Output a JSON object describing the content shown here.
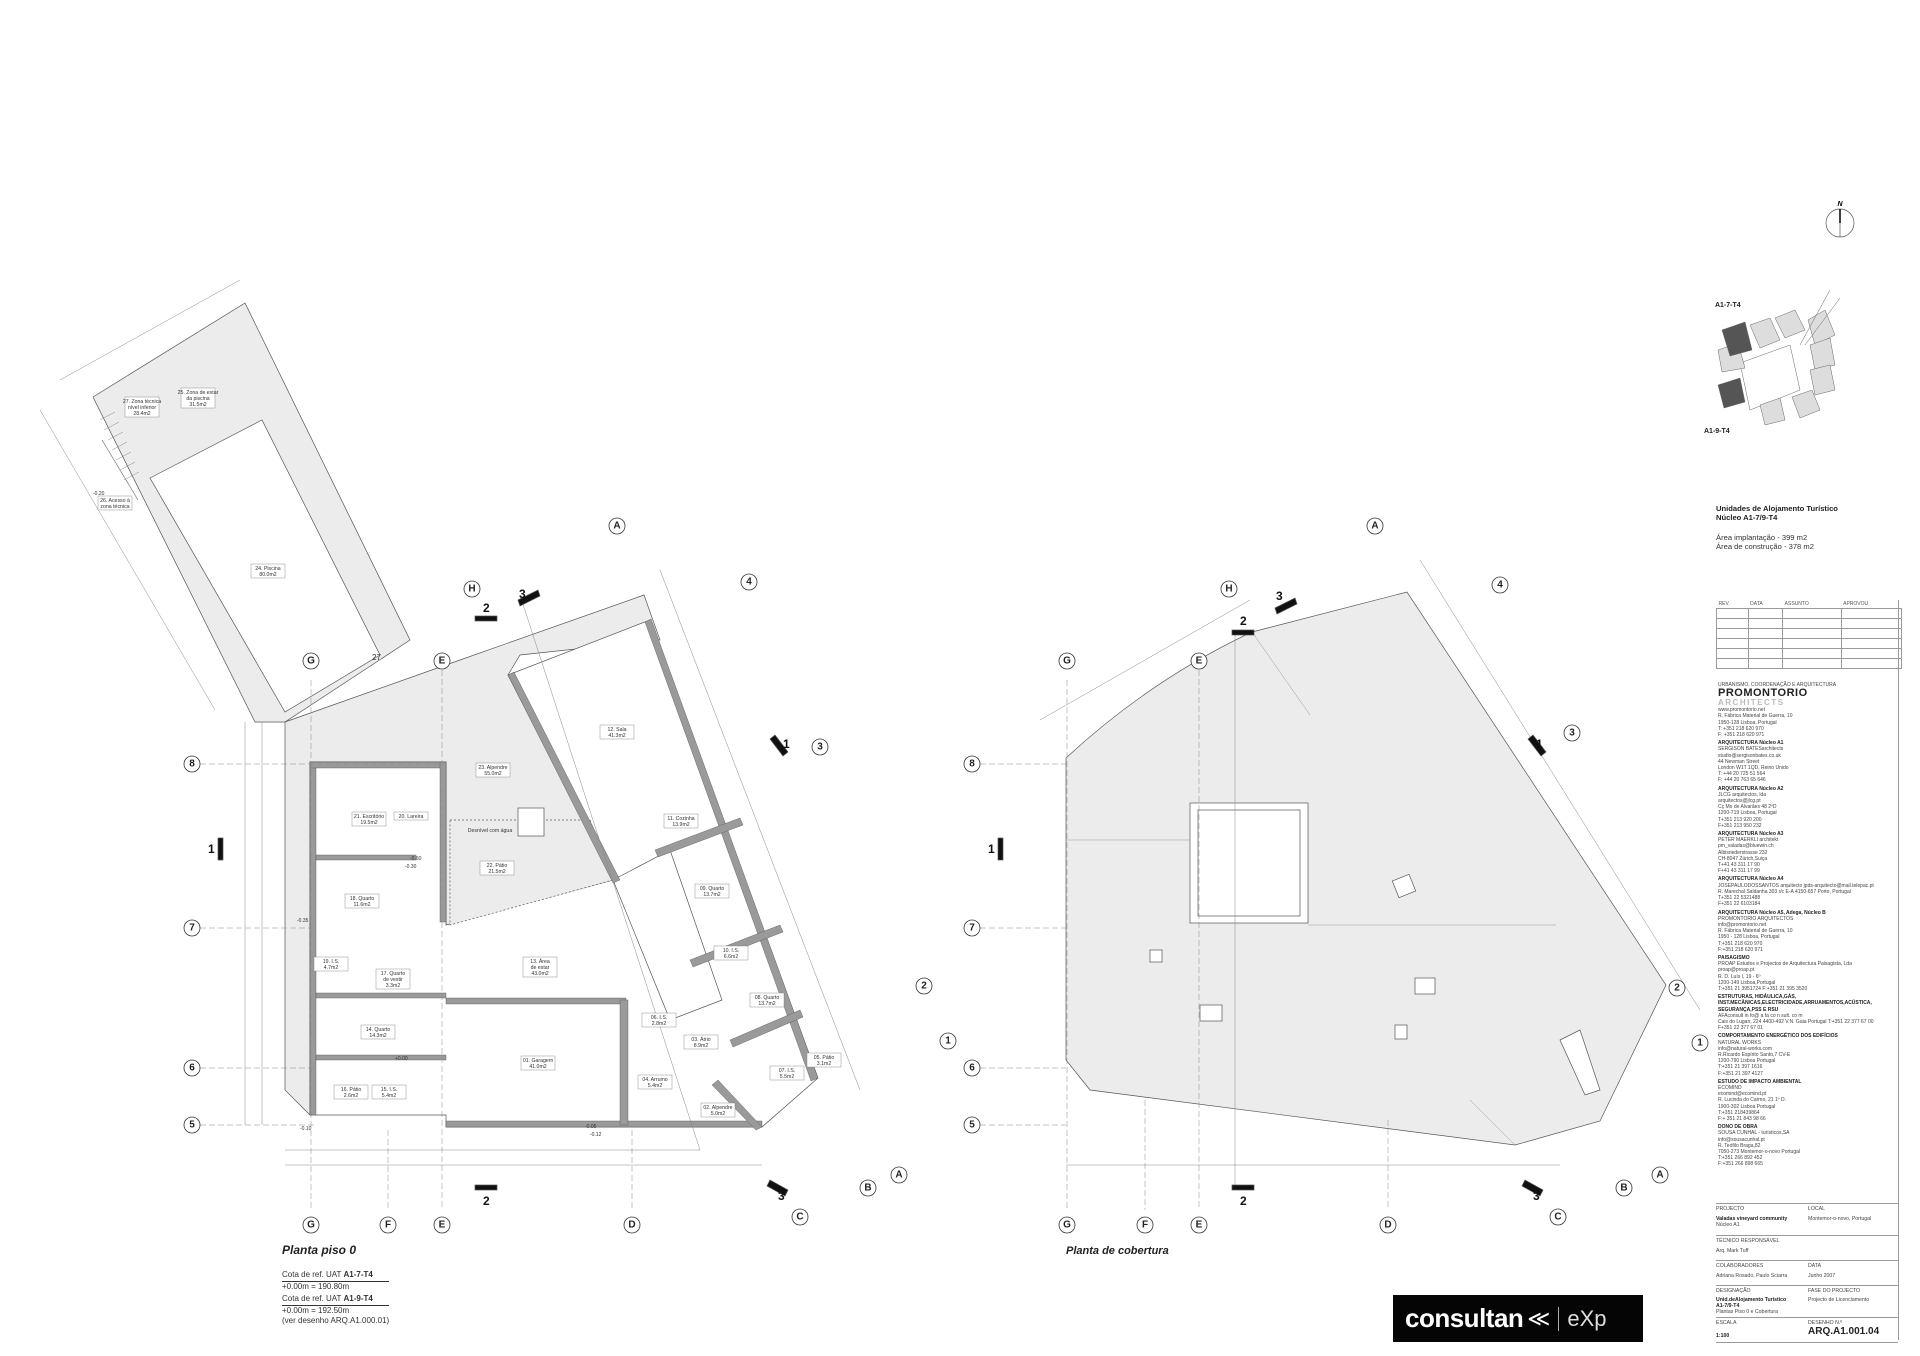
{
  "drawing": {
    "plan_left_title": "Planta piso 0",
    "plan_right_title": "Planta de cobertura",
    "notes": {
      "ref1_prefix": "Cota de ref. UAT ",
      "ref1_unit": "A1-7-T4",
      "ref1_value": "+0.00m = 190.80m",
      "ref2_prefix": "Cota de ref. UAT ",
      "ref2_unit": "A1-9-T4",
      "ref2_value": "+0.00m = 192.50m",
      "see": "(ver desenho ARQ.A1.000.01)"
    },
    "axes": {
      "G": "G",
      "F": "F",
      "E": "E",
      "D": "D",
      "H": "H",
      "A": "A",
      "B": "B",
      "C": "C",
      "r8": "8",
      "r7": "7",
      "r6": "6",
      "r5": "5",
      "r4": "4",
      "r3": "3",
      "r2": "2",
      "r1": "1"
    },
    "sections": {
      "s1": "1",
      "s2": "2",
      "s3": "3"
    },
    "label_27": "27",
    "desnivel": "Desnível com água",
    "rooms": [
      {
        "n": "27. Zona técnica",
        "l2": "nível inferior",
        "a": "28.4m2"
      },
      {
        "n": "25. Zona de estar",
        "l2": "da piscina",
        "a": "31.5m2"
      },
      {
        "n": "26. Acesso à",
        "l2": "zona técnica",
        "a": ""
      },
      {
        "n": "24. Piscina",
        "l2": "",
        "a": "80.0m2"
      },
      {
        "n": "23. Alpendre",
        "l2": "",
        "a": "55.0m2"
      },
      {
        "n": "21. Escritório",
        "l2": "",
        "a": "19.5m2"
      },
      {
        "n": "20. Lareira",
        "l2": "",
        "a": ""
      },
      {
        "n": "22. Pátio",
        "l2": "",
        "a": "21.5m2"
      },
      {
        "n": "18. Quarto",
        "l2": "",
        "a": "11.6m2"
      },
      {
        "n": "19. I.S.",
        "l2": "",
        "a": "4.7m2"
      },
      {
        "n": "17. Quarto",
        "l2": "de vestir",
        "a": "3.3m2"
      },
      {
        "n": "13. Área",
        "l2": "de estar",
        "a": "43.0m2"
      },
      {
        "n": "14. Quarto",
        "l2": "",
        "a": "14.3m2"
      },
      {
        "n": "16. Pátio",
        "l2": "",
        "a": "2.6m2"
      },
      {
        "n": "15. I.S.",
        "l2": "",
        "a": "5.4m2"
      },
      {
        "n": "01. Garagem",
        "l2": "",
        "a": "41.0m2"
      },
      {
        "n": "06. I.S.",
        "l2": "",
        "a": "2.8m2"
      },
      {
        "n": "04. Arrumo",
        "l2": "",
        "a": "5.4m2"
      },
      {
        "n": "03. Átrio",
        "l2": "",
        "a": "8.9m2"
      },
      {
        "n": "02. Alpendre",
        "l2": "",
        "a": "5.0m2"
      },
      {
        "n": "12. Sala",
        "l2": "",
        "a": "41.3m2"
      },
      {
        "n": "11. Cozinha",
        "l2": "",
        "a": "13.9m2"
      },
      {
        "n": "09. Quarto",
        "l2": "",
        "a": "13.7m2"
      },
      {
        "n": "10. I.S.",
        "l2": "",
        "a": "6.6m2"
      },
      {
        "n": "08. Quarto",
        "l2": "",
        "a": "13.7m2"
      },
      {
        "n": "07. I.S.",
        "l2": "",
        "a": "5.5m2"
      },
      {
        "n": "05. Pátio",
        "l2": "",
        "a": "3.1m2"
      }
    ],
    "levels": [
      "-0.35",
      "+0.00",
      "-0.05",
      "-0.30",
      "-0.60",
      "-0.20",
      "-0.10",
      "-0.12"
    ]
  },
  "site": {
    "north": "N",
    "unit1": "A1-7-T4",
    "unit2": "A1-9-T4"
  },
  "title_block": {
    "title1": "Unidades de Alojamento Turístico",
    "title2": "Núcleo A1-7/9-T4",
    "area1": "Área implantação - 399 m2",
    "area2": "Área de construção - 378 m2",
    "rev_headers": [
      "REV.",
      "DATA",
      "ASSUNTO",
      "APROVOU"
    ],
    "urbanismo": "URBANISMO, COORDENAÇÃO E ARQUITECTURA",
    "brand": "PROMONTORIO",
    "brand_sub": "ARCHITECTS",
    "contacts": [
      {
        "h": "",
        "lines": [
          "www.promontorio.net",
          "R. Fábrica Material de Guerra, 10",
          "1950-128 Lisboa, Portugal",
          "T: +351 218 620 970",
          "F: +351 218 620 971"
        ]
      },
      {
        "h": "ARQUITECTURA Núcleo A1",
        "lines": [
          "SERGISON BATESarchitects",
          "studio@sergisonbates.co.uk",
          "44 Newman Street",
          "London W1T 1QD, Reino Unido",
          "T: +44 20 725 51 564",
          "F: +44 20 763 65 646"
        ]
      },
      {
        "h": "ARQUITECTURA Núcleo A2",
        "lines": [
          "JLCG arquitectos, lda",
          "arquitectos@jlcg.pt",
          "Cç Mo de Alvarães 48 2ºD",
          "1200-719 Lisboa, Portugal",
          "T+351 213 920 200",
          "F+351 213 950 232"
        ]
      },
      {
        "h": "ARQUITECTURA Núcleo A3",
        "lines": [
          "PETER MAERKLI architekt",
          "pm_valadas@bluewin.ch",
          "Albisriederstrasse 232",
          "CH-8047 Zürich,Suiça",
          "T+41 43 311 17 90",
          "F+41 43 311 17 99"
        ]
      },
      {
        "h": "ARQUITECTURA Núcleo A4",
        "lines": [
          "JOSEPAULODOSSANTOS arquitecto jpds-arquitecto@mail.telepac.pt",
          "R. Marechal Saldanha 303 r/c E-A 4150-657 Porto, Portugal",
          "T+351 22 5321488",
          "F+351 22 6103184"
        ]
      },
      {
        "h": "ARQUITECTURA Núcleo A5, Adega, Núcleo B",
        "lines": [
          "PROMONTORIO ARQUITECTOS",
          "info@promontorio.net",
          "R. Fábrica Material de Guerra, 10",
          "1950 - 128 Lisboa, Portugal",
          "T:+351 218 620 970",
          "F:+351 218 620 971"
        ]
      },
      {
        "h": "PAISAGISMO",
        "lines": [
          "PROAP Estudos e Projectos de Arquitectura Paisagista, Lda",
          "proap@proap.pt",
          "R. D. Luís I, 19 - 6º",
          "1200-149 Lisboa,Portugal",
          "T:+351 21 3951724 F:+351 21 395 3520"
        ]
      },
      {
        "h": "ESTRUTURAS, HIDÁULICA,GÁS, INST.MECÂNICAS,ELECTRICIDADE,ARRUAMENTOS,ACÚSTICA, SEGURANÇA,PSS E RSU",
        "lines": [
          "AFAconsult in fo@ a fa co n sult. co m",
          "Cais do Lugan, 224 4400-492 V.N. Gaia Portugal T:+351 22 377 67 00",
          "F+351 22 377 67 01"
        ]
      },
      {
        "h": "COMPORTAMENTO ENERGÉTICO DOS EDIFÍCIOS",
        "lines": [
          "NATURAL WORKS",
          "info@natural-works.com",
          "R.Ricardo Espírito Santo,7 CV-E",
          "1200-790 Lisboa Portugal",
          "T:+351 21 397 1616",
          "F:+351 21 397 4127"
        ]
      },
      {
        "h": "ESTUDO DE IMPACTO AMBIENTAL",
        "lines": [
          "ECOMIND",
          "ecomind@ecomind.pt",
          "R. Lucinda do Carmo, 21 1º D.",
          "1900-302 Lisboa Portugal",
          "T:+351 218439864",
          "F:+ 351 21 843 98 66"
        ]
      },
      {
        "h": "DONO DE OBRA",
        "lines": [
          "SOUSA CUNHAL - turísticos,SA",
          "info@sousacunhal.pt",
          "R. Teófilo Braga,82",
          "7050-273 Montemor-o-novo Portugal",
          "T:+351 266 892 452",
          "F:+351 266 898 665"
        ]
      }
    ],
    "projecto_label": "PROJECTO",
    "projecto_value": "Valadas vineyard community",
    "projecto_sub": "Núcleo A1",
    "local_label": "LOCAL",
    "local_value": "Montemor-o-novo, Portugal",
    "tecnico_label": "TÉCNICO RESPONSÁVEL",
    "tecnico_value": "Arq. Mark Tuff",
    "colab_label": "COLABORADORES",
    "colab_value": "Adriana Rosado, Paulo Sciarra",
    "data_label": "DATA",
    "data_value": "Junho 2007",
    "design_label": "DESIGNAÇÃO",
    "design_value1": "Unid.deAlojamento Turístico",
    "design_value2": "A1-7/9-T4",
    "design_value3": "Plantas Piso 0 e Cobertura",
    "fase_label": "FASE DO PROJECTO",
    "fase_value": "Projecto de Licenciamento",
    "escala_label": "ESCALA",
    "escala_value": "1:100",
    "desenho_label": "DESENHO N.º",
    "desenho_value": "ARQ.A1.001.04"
  },
  "watermark": {
    "brand": "consultan",
    "chevrons": "≪",
    "partner": "eXp"
  },
  "colors": {
    "fill_grey": "#ececec",
    "wall": "#9a9a9a",
    "line": "#555555"
  }
}
